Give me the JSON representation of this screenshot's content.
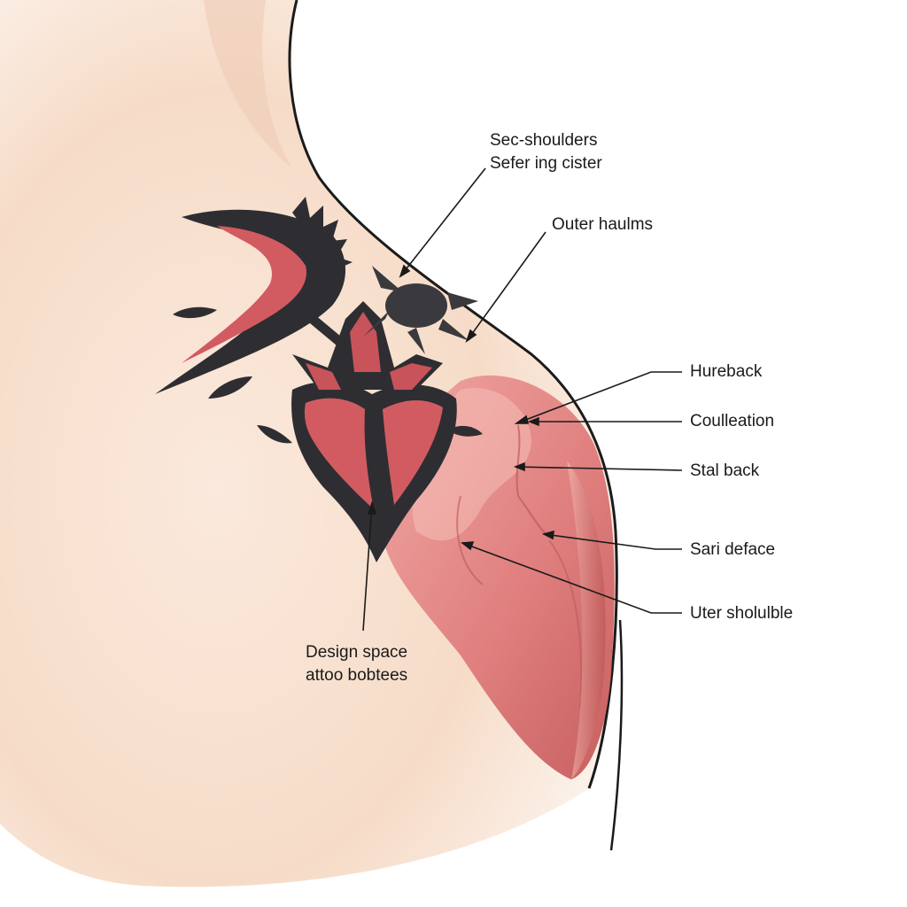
{
  "labels": {
    "top": {
      "line1": "Sec-shoulders",
      "line2": "Sefer ing cister"
    },
    "outer_haulms": "Outer haulms",
    "hureback": "Hureback",
    "coulleation": "Coulleation",
    "stal_back": "Stal back",
    "sari_deface": "Sari deface",
    "uter_sholulble": "Uter sholulble",
    "design": {
      "line1": "Design space",
      "line2": "attoo bobtees"
    }
  },
  "colors": {
    "skin": "#f6dcc8",
    "muscle": "#d9777a",
    "tattoo_dark": "#2f2f33",
    "tattoo_red": "#c9535a",
    "leader_line": "#1a1a1a"
  }
}
